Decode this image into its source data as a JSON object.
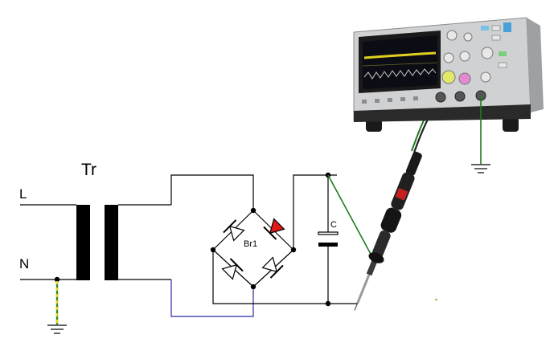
{
  "labels": {
    "line": "L",
    "neutral": "N",
    "transformer": "Tr",
    "bridge": "Br1",
    "capacitor": "C"
  },
  "colors": {
    "wire": "#000000",
    "return_wire": "#2a2aa0",
    "probe_ground": "#1e7a1e",
    "highlighted_diode": "#e01818",
    "earth_stripe_green": "#2e8b2e",
    "earth_stripe_yellow": "#e8d21a"
  },
  "components": {
    "transformer_icon": "transformer-core",
    "bridge_icon": "bridge-rectifier",
    "capacitor_icon": "capacitor",
    "oscilloscope_icon": "oscilloscope",
    "probe_icon": "oscilloscope-probe",
    "ground_icon": "earth-ground"
  }
}
